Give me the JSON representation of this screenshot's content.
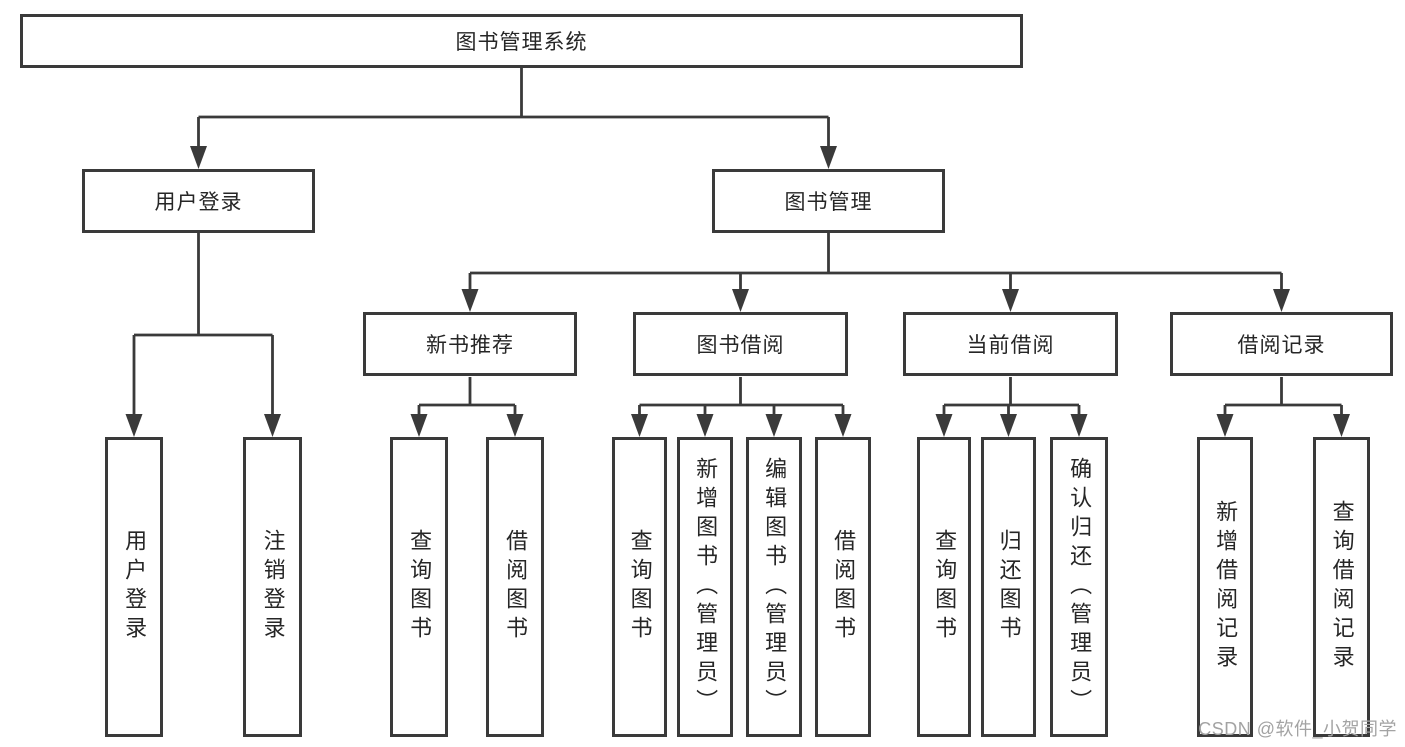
{
  "colors": {
    "line": "#3a3a3a",
    "box_border": "#3a3a3a",
    "text": "#262626",
    "background": "#ffffff",
    "watermark": "#a3a3a3"
  },
  "watermark": {
    "text": "CSDN @软件_小贺同学"
  },
  "nodes": {
    "root": {
      "label": "图书管理系统"
    },
    "user_login": {
      "label": "用户登录",
      "children": [
        {
          "label": "用户登录"
        },
        {
          "label": "注销登录"
        }
      ]
    },
    "book_mgmt": {
      "label": "图书管理"
    },
    "new_books": {
      "label": "新书推荐",
      "children": [
        {
          "label": "查询图书"
        },
        {
          "label": "借阅图书"
        }
      ]
    },
    "book_borrow": {
      "label": "图书借阅",
      "children": [
        {
          "label": "查询图书"
        },
        {
          "label": "新增图书（管理员）"
        },
        {
          "label": "编辑图书（管理员）"
        },
        {
          "label": "借阅图书"
        }
      ]
    },
    "current_borrow": {
      "label": "当前借阅",
      "children": [
        {
          "label": "查询图书"
        },
        {
          "label": "归还图书"
        },
        {
          "label": "确认归还（管理员）"
        }
      ]
    },
    "borrow_records": {
      "label": "借阅记录",
      "children": [
        {
          "label": "新增借阅记录"
        },
        {
          "label": "查询借阅记录"
        }
      ]
    }
  }
}
